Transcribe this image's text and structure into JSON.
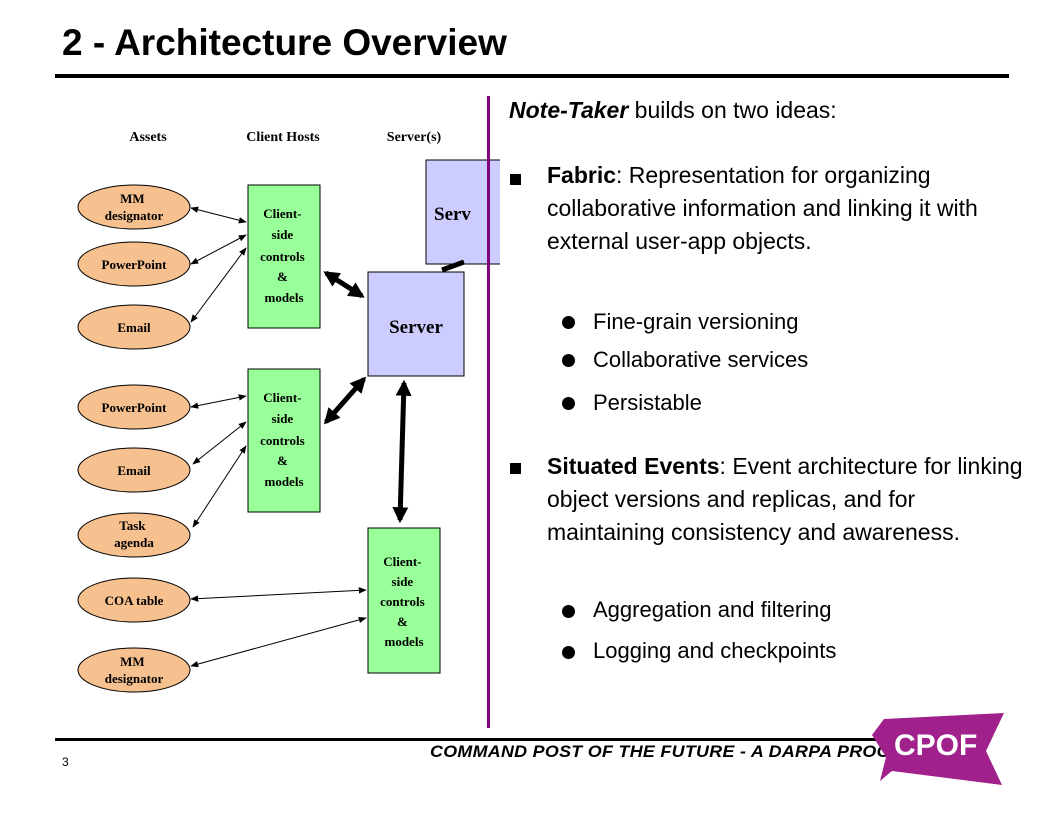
{
  "title": "2 - Architecture Overview",
  "page_number": "3",
  "footer": "COMMAND POST OF THE FUTURE - A DARPA PROGRAM",
  "logo_text": "CPOF",
  "colors": {
    "ellipse": "#f6c08f",
    "client": "#99ff99",
    "server": "#ccccff",
    "divider": "#800080",
    "logo": "#a0208c"
  },
  "diagram": {
    "headers": [
      "Assets",
      "Client Hosts",
      "Server(s)"
    ],
    "assets": [
      [
        "MM",
        "designator"
      ],
      [
        "PowerPoint"
      ],
      [
        "Email"
      ],
      [
        "PowerPoint"
      ],
      [
        "Email"
      ],
      [
        "Task",
        "agenda"
      ],
      [
        "COA table"
      ],
      [
        "MM",
        "designator"
      ]
    ],
    "client_box": [
      "Client-",
      "side",
      "controls",
      "&",
      "models"
    ],
    "server_label": "Server",
    "server_back_label": "Serv"
  },
  "text": {
    "intro_em": "Note-Taker",
    "intro_rest": " builds on two ideas:",
    "b1_head": "Fabric",
    "b1_rest": ": Representation for organizing collaborative information and linking it with external user-app objects.",
    "b1_sub": [
      "Fine-grain versioning",
      "Collaborative services",
      "Persistable"
    ],
    "b2_head": "Situated Events",
    "b2_rest": ": Event architecture for linking object versions and replicas, and for maintaining consistency and awareness.",
    "b2_sub": [
      "Aggregation and filtering",
      "Logging and checkpoints"
    ]
  }
}
